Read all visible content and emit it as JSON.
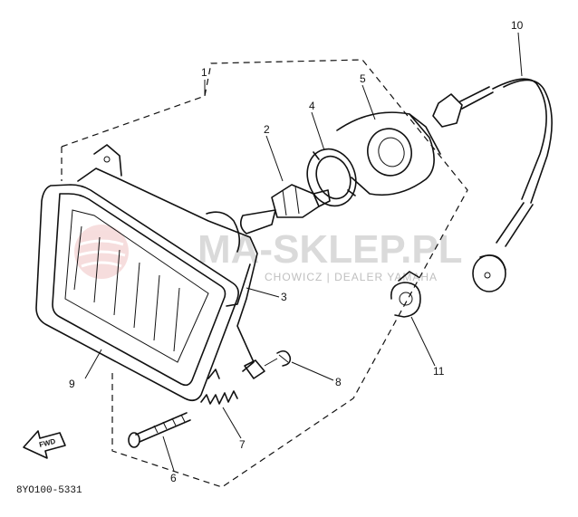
{
  "diagram": {
    "part_callouts": [
      "1",
      "2",
      "3",
      "4",
      "5",
      "6",
      "7",
      "8",
      "9",
      "10",
      "11"
    ],
    "drawing_code": "8YO100-5331",
    "direction_arrow_label": "FWD",
    "watermark": {
      "main_text": "MA-SKLEP.PL",
      "sub_text": "CHOWICZ | DEALER YAMAHA"
    }
  }
}
